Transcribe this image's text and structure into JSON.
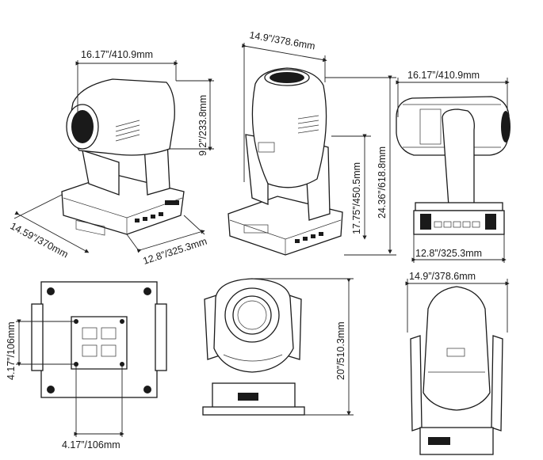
{
  "dimensions": {
    "front_width": "16.17”/410.9mm",
    "front_height": "9.2”/233.8mm",
    "front_depth": "14.59”/370mm",
    "front_base": "12.8”/325.3mm",
    "side_top": "14.9”/378.6mm",
    "side_mid_height": "17.75”/450.5mm",
    "side_full_height": "24.36”/618.8mm",
    "right_width": "16.17”/410.9mm",
    "right_base": "12.8”/325.3mm",
    "bottom_side": "4.17”/106mm",
    "bottom_width": "4.17”/106mm",
    "front_view_height": "20”/510.3mm",
    "back_view_width": "14.9”/378.6mm"
  }
}
